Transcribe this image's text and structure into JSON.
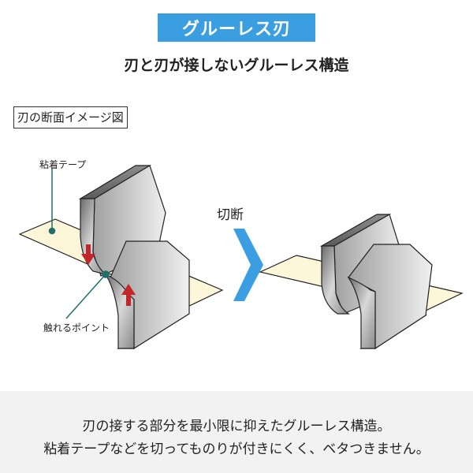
{
  "header": {
    "title": "グルーレス刃",
    "subtitle": "刃と刃が接しないグルーレス構造"
  },
  "figure": {
    "section_label": "刃の断面イメージ図",
    "tape_label": "粘着テープ",
    "contact_point_label": "触れるポイント",
    "cut_label": "切断"
  },
  "colors": {
    "accent_blue": "#3a9ee0",
    "tape_fill": "#fdf6d8",
    "arrow_red": "#c0262c",
    "leader_teal": "#1f6e6a",
    "panel_bg": "#f2f2f2"
  },
  "footer": {
    "line1": "刃の接する部分を最小限に抑えたグルーレス構造。",
    "line2": "粘着テープなどを切ってものりが付きにくく、ベタつきません。"
  }
}
